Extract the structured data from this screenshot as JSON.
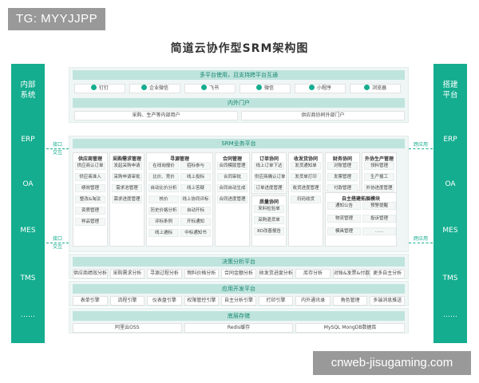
{
  "tag": "TG: MYYJJPP",
  "watermark": "cnweb-jisugaming.com",
  "title": "简道云协作型SRM架构图",
  "left_side": {
    "title_l1": "内部",
    "title_l2": "系统",
    "items": [
      "ERP",
      "OA",
      "MES",
      "TMS",
      "……"
    ]
  },
  "right_side": {
    "title_l1": "搭建",
    "title_l2": "平台",
    "items": [
      "ERP",
      "OA",
      "MES",
      "TMS",
      "……"
    ]
  },
  "connectors": {
    "left_top": [
      "接口",
      "交互"
    ],
    "left_bottom": [
      "接口",
      "交互"
    ],
    "right_top": "跨应用",
    "right_bottom": "跨应用"
  },
  "multi_platform": {
    "header": "多平台使用，且支持跨平台互通",
    "platforms": [
      "钉钉",
      "企业微信",
      "飞书",
      "微信",
      "小程序",
      "浏览器"
    ]
  },
  "portal": {
    "header": "内外门户",
    "left": "采购、生产等内部用户",
    "right": "供应商协同外部门户"
  },
  "business": {
    "header": "SRM业务平台",
    "columns": [
      {
        "title": "供应商管理",
        "items": [
          "供应商认订单",
          "供应商准入",
          "绩效管理",
          "整改&淘汰",
          "资质管理",
          "样品管理"
        ]
      },
      {
        "title": "采购需求管理",
        "items": [
          "发起采购申请",
          "采购申请审批",
          "需求池管理",
          "需求进度管理"
        ]
      },
      {
        "title": "寻源管理",
        "items": [
          "在线询报价",
          "招标参与",
          "比价、竞价",
          "线上投标",
          "自动比价分析",
          "线上答疑",
          "核价",
          "线上协同评标",
          "历史价格分析",
          "自动开标",
          "评标条例",
          "开标通知",
          "线上遴标",
          "中标通知书"
        ]
      },
      {
        "title": "合同管理",
        "items": [
          "合同模版管理",
          "合同审批",
          "合同自动生成",
          "合同进度管理"
        ]
      },
      {
        "title": "订单协同",
        "items": [
          "线上订单下达",
          "供应商确认订单",
          "订单进度管理"
        ]
      },
      {
        "title": "收发货协同",
        "items": [
          "发货通知单",
          "发货单打印",
          "收货进度管理",
          "扫码收货"
        ]
      },
      {
        "title": "财务协同",
        "items": [
          "对账管理",
          "发票管理",
          "付款管理"
        ]
      },
      {
        "title": "外协生产管理",
        "items": [
          "领料管理",
          "生产报工",
          "外协进度管理"
        ]
      }
    ],
    "quality": {
      "title": "质量协同",
      "items": [
        "来料检验单",
        "采购退货单",
        "8D改善报告"
      ]
    },
    "extension": {
      "title": "自主搭建拓展模块",
      "items": [
        "通知公告",
        "预警提醒",
        "物流管理",
        "投诉管理",
        "模具管理",
        "……"
      ]
    }
  },
  "decision": {
    "header": "决策分析平台",
    "items": [
      "供应商绩效分析",
      "采购需求分析",
      "寻源过程分析",
      "物料价格分析",
      "合同金额分析",
      "收发货进度分析",
      "库存分析",
      "对账&发票&付款分析",
      "更多自主分析"
    ]
  },
  "devplatform": {
    "header": "应用开发平台",
    "items": [
      "表单引擎",
      "流程引擎",
      "仪表盘引擎",
      "权限管控引擎",
      "自主分析引擎",
      "打印引擎",
      "内外通讯录",
      "角色管理",
      "多端消息推送"
    ]
  },
  "storage": {
    "header": "底层存储",
    "items": [
      "阿里云OSS",
      "Redis缓存",
      "MySQL MongDB数据库"
    ]
  },
  "colors": {
    "accent": "#14ad8f",
    "band": "#bfe4dd",
    "panel": "#eff6f5"
  }
}
